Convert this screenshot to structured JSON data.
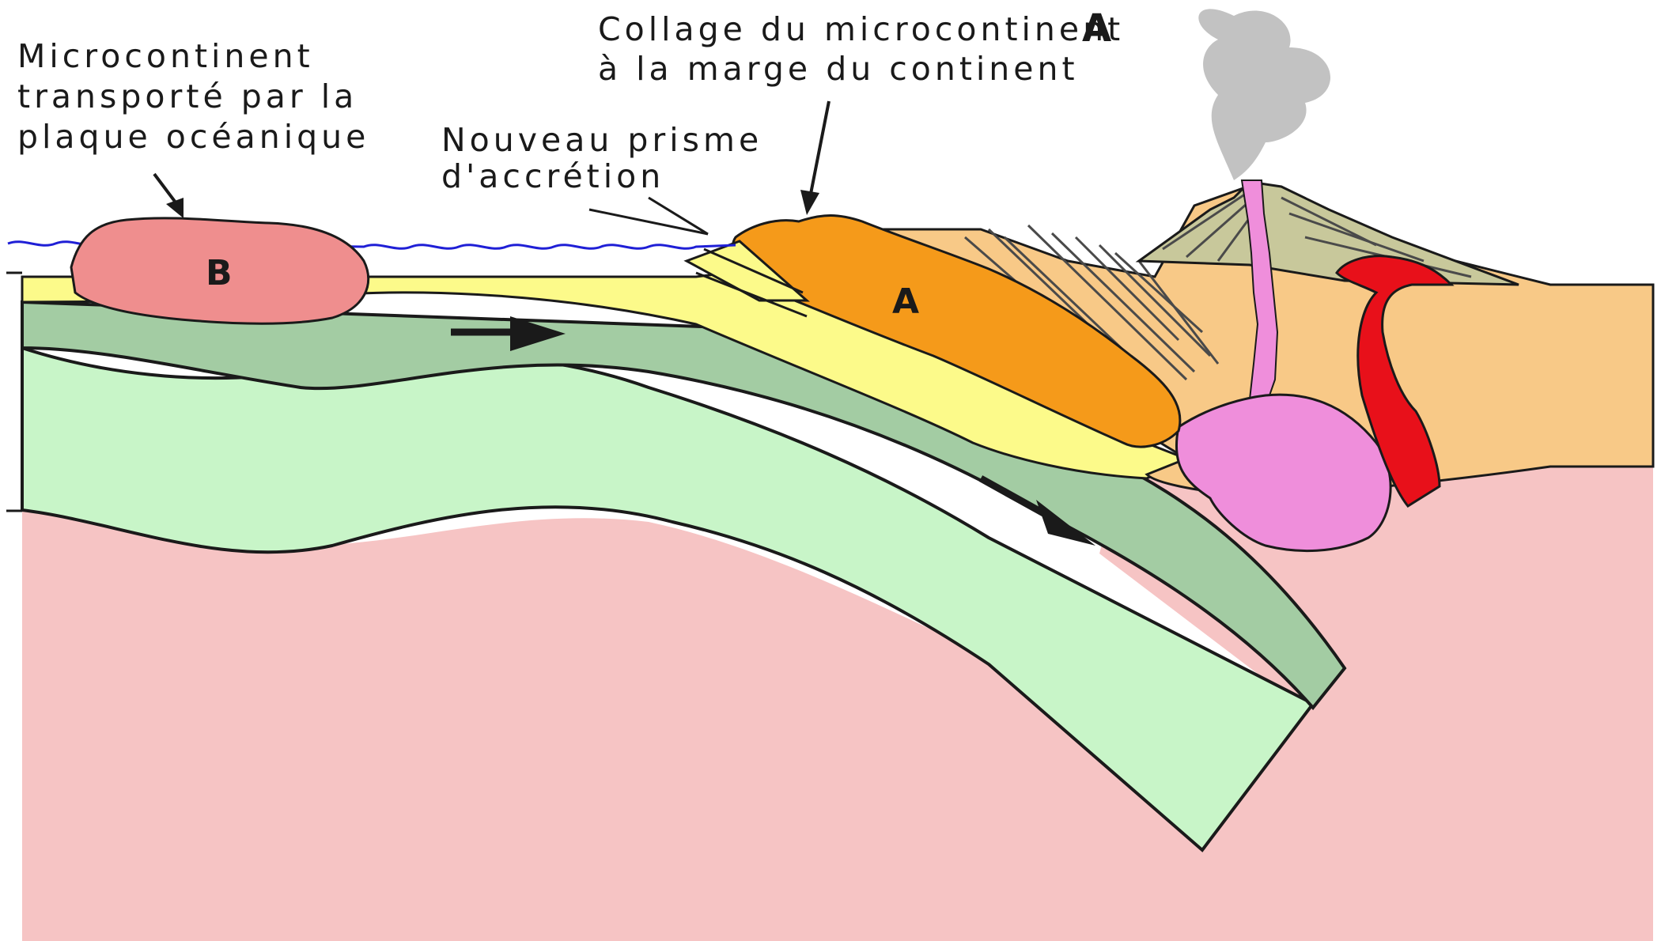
{
  "labels": {
    "micro_b_line1": "Microcontinent",
    "micro_b_line2": "transporté par la",
    "micro_b_line3": "plaque océanique",
    "prism_line1": "Nouveau prisme",
    "prism_line2": "d'accrétion",
    "collage_line1": "Collage du microcontinent",
    "collage_letter": "A",
    "collage_line2": "à la marge du continent",
    "block_b": "B",
    "block_a": "A"
  },
  "colors": {
    "mantle": "#f6c4c4",
    "lithosphere_mantle": "#c8f5c8",
    "oceanic_crust": "#a3cca3",
    "sediments": "#fcfa8a",
    "microcontinent_b": "#ef8e8e",
    "microcontinent_a": "#f59a1a",
    "continent": "#f8c987",
    "volcano": "#c8c89b",
    "magma_chamber": "#ef8edb",
    "lava": "#e8101a",
    "plume": "#c2c2c2",
    "sea_surface": "#1f1fd6"
  }
}
